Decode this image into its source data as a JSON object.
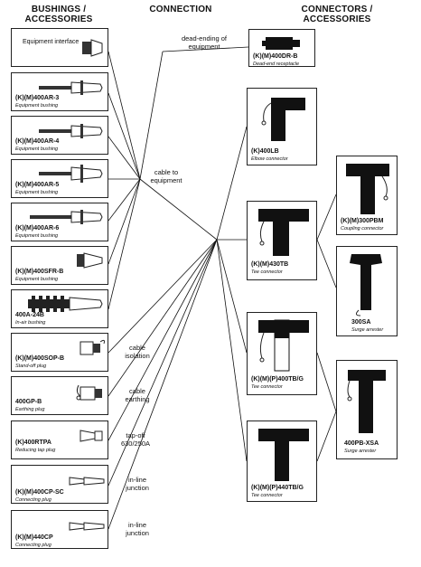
{
  "headers": {
    "bushings": "BUSHINGS / ACCESSORIES",
    "connection": "CONNECTION",
    "connectors": "CONNECTORS / ACCESSORIES"
  },
  "left_items": [
    {
      "code": "Equipment interface",
      "desc": ""
    },
    {
      "code": "(K)(M)400AR-3",
      "desc": "Equipment bushing"
    },
    {
      "code": "(K)(M)400AR-4",
      "desc": "Equipment bushing"
    },
    {
      "code": "(K)(M)400AR-5",
      "desc": "Equipment bushing"
    },
    {
      "code": "(K)(M)400AR-6",
      "desc": "Equipment bushing"
    },
    {
      "code": "(K)(M)400SFR-B",
      "desc": "Equipment bushing"
    },
    {
      "code": "400A-24B",
      "desc": "In-air bushing"
    },
    {
      "code": "(K)(M)400SOP-B",
      "desc": "Stand-off plug"
    },
    {
      "code": "400GP-B",
      "desc": "Earthing plug"
    },
    {
      "code": "(K)400RTPA",
      "desc": "Reducing tap plug"
    },
    {
      "code": "(K)(M)400CP-SC",
      "desc": "Connecting plug"
    },
    {
      "code": "(K)(M)440CP",
      "desc": "Connecting plug"
    }
  ],
  "connections": {
    "dead_ending": "dead-ending of equipment",
    "cable_to_equipment": "cable to equipment",
    "cable_isolation": "cable isolation",
    "cable_earthing": "cable earthing",
    "tap_off": "tap-off 630/250A",
    "inline_1": "in-line junction",
    "inline_2": "in-line junction"
  },
  "mid_items": [
    {
      "code": "(K)(M)400DR-B",
      "desc": "Dead-end receptacle"
    },
    {
      "code": "(K)400LB",
      "desc": "Elbow connector"
    },
    {
      "code": "(K)(M)430TB",
      "desc": "Tee connector"
    },
    {
      "code": "(K)(M)(P)400TB/G",
      "desc": "Tee connector"
    },
    {
      "code": "(K)(M)(P)440TB/G",
      "desc": "Tee connector"
    }
  ],
  "right_items": [
    {
      "code": "(K)(M)300PBM",
      "desc": "Coupling connector"
    },
    {
      "code": "300SA",
      "desc": "Surge arrester"
    },
    {
      "code": "400PB-XSA",
      "desc": "Surge arrester"
    }
  ]
}
